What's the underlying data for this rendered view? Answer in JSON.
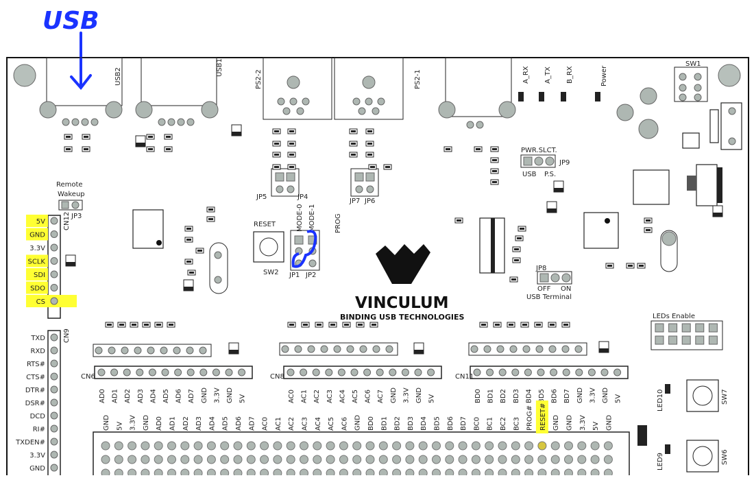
{
  "annotation": {
    "usb": "USB"
  },
  "board": {
    "brand": "VINCULUM",
    "tagline": "BINDING USB TECHNOLOGIES",
    "remote_wakeup": [
      "Remote",
      "Wakeup"
    ],
    "reset": "RESET",
    "mode0": "MODE-0",
    "mode1": "MODE-1",
    "prog": "PROG",
    "pwr_slct": "PWR.SLCT.",
    "usb_ps": [
      "USB",
      "P.S."
    ],
    "off_on": [
      "OFF",
      "ON"
    ],
    "usb_terminal": "USB Terminal",
    "leds_enable": "LEDs Enable",
    "led_names": [
      "A_RX",
      "A_TX",
      "B_RX",
      "Power"
    ],
    "ps2": [
      "PS2-2",
      "PS2-1"
    ],
    "usb_conn": [
      "USB2",
      "USB1"
    ],
    "sw": [
      "SW1",
      "SW2",
      "SW6",
      "SW7"
    ],
    "led_labels": [
      "LED9",
      "LED10"
    ],
    "jumpers": [
      "JP1",
      "JP2",
      "JP3",
      "JP4",
      "JP5",
      "JP6",
      "JP7",
      "JP8",
      "JP9"
    ]
  },
  "cn12": {
    "name": "CN12",
    "pins": [
      "5V",
      "GND",
      "3.3V",
      "SCLK",
      "SDI",
      "SDO",
      "CS"
    ],
    "highlighted": [
      "5V",
      "GND",
      "SCLK",
      "SDI",
      "SDO",
      "CS"
    ]
  },
  "cn9": {
    "name": "CN9",
    "pins": [
      "TXD",
      "RXD",
      "RTS#",
      "CTS#",
      "DTR#",
      "DSR#",
      "DCD",
      "RI#",
      "TXDEN#",
      "3.3V",
      "GND"
    ]
  },
  "cn6": {
    "name": "CN6",
    "pins": [
      "AD0",
      "AD1",
      "AD2",
      "AD3",
      "AD4",
      "AD5",
      "AD6",
      "AD7",
      "GND",
      "3.3V",
      "GND",
      "5V"
    ]
  },
  "cn8": {
    "name": "CN8",
    "pins": [
      "AC0",
      "AC1",
      "AC2",
      "AC3",
      "AC4",
      "AC5",
      "AC6",
      "AC7",
      "GND",
      "3.3V",
      "GND",
      "5V"
    ]
  },
  "cn11": {
    "name": "CN11",
    "pins": [
      "BD0",
      "BD1",
      "BD2",
      "BD3",
      "BD4",
      "BD5",
      "BD6",
      "BD7",
      "GND",
      "3.3V",
      "GND",
      "5V"
    ]
  },
  "bottom_header": {
    "pins": [
      "GND",
      "5V",
      "3.3V",
      "GND",
      "AD0",
      "AD1",
      "AD2",
      "AD3",
      "AD4",
      "AD5",
      "AD6",
      "AD7",
      "AC0",
      "AC1",
      "AC2",
      "AC3",
      "AC4",
      "AC5",
      "AC6",
      "GND",
      "BD0",
      "BD1",
      "BD2",
      "BD3",
      "BD4",
      "BD5",
      "BD6",
      "BD7",
      "BC0",
      "BC1",
      "BC2",
      "BC3",
      "PROG#",
      "RESET#",
      "GND",
      "GND",
      "3.3V",
      "5V",
      "GND"
    ],
    "highlighted": "RESET#"
  },
  "colors": {
    "highlight": "#ffff33",
    "pen": "#1a33ff",
    "silk": "#222222",
    "pad": "#aeb7b2"
  }
}
